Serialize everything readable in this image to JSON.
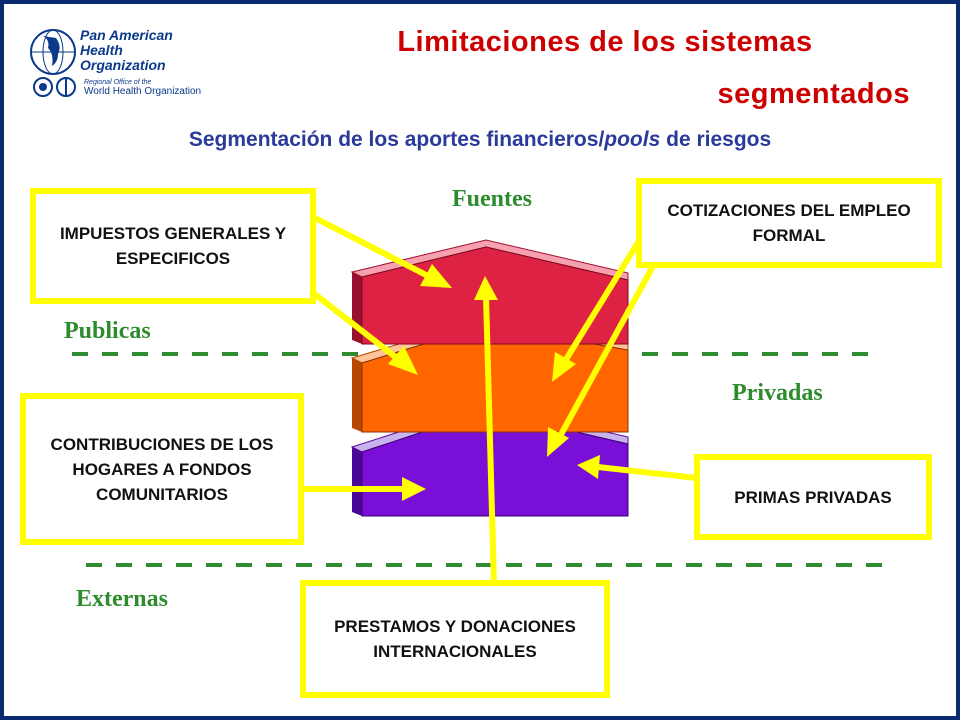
{
  "header": {
    "logo": {
      "name_lines": [
        "Pan American",
        "Health",
        "Organization"
      ],
      "sub_line1": "Regional Office of the",
      "sub_line2": "World Health Organization"
    },
    "title_line1": "Limitaciones de los sistemas",
    "title_line2": "segmentados",
    "subtitle_pre": "Segmentación de los aportes financieros/",
    "subtitle_italic": "pools",
    "subtitle_post": " de riesgos"
  },
  "labels": {
    "fuentes": "Fuentes",
    "publicas": "Publicas",
    "privadas": "Privadas",
    "externas": "Externas"
  },
  "boxes": {
    "impuestos": "IMPUESTOS GENERALES Y ESPECIFICOS",
    "cotizaciones": "COTIZACIONES DEL EMPLEO FORMAL",
    "contribuciones": "CONTRIBUCIONES DE LOS HOGARES A FONDOS COMUNITARIOS",
    "primas": "PRIMAS PRIVADAS",
    "prestamos": "PRESTAMOS Y DONACIONES INTERNACIONALES"
  },
  "colors": {
    "title": "#cc0000",
    "subtitle": "#2a3a9a",
    "label": "#2e8b2e",
    "box_border": "#ffff00",
    "layer_top": "#dd2244",
    "layer_middle": "#ff6600",
    "layer_bottom": "#7a0fd8",
    "frame": "#0b2a6f"
  }
}
